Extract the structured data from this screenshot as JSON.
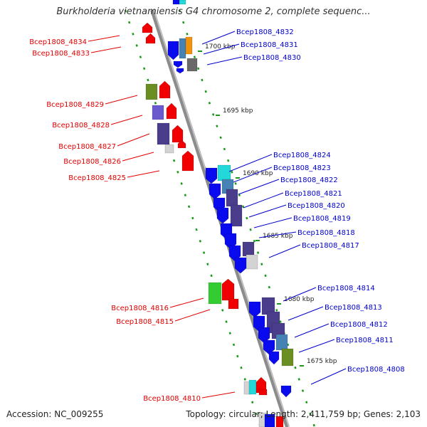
{
  "title": "Burkholderia vietnamiensis G4 chromosome 2, complete sequenc...",
  "accession": "Accession: NC_009255",
  "topology": "Topology: circular; Length: 2,411,759 bp; Genes: 2,103",
  "colors": {
    "backbone": "#8c8c8c",
    "left_label": "#e00000",
    "right_label": "#0000cc",
    "tick": "#1a9a1a",
    "red": "#f00000",
    "blue": "#0a0aee",
    "navy": "#4a3d8c",
    "slate": "#6a5acd",
    "cyan": "#22d8d8",
    "steel": "#4682b4",
    "olive": "#6b8e23",
    "green": "#33cc33",
    "orange": "#f0930a",
    "gray": "#a9a9a9",
    "light_gray": "#d3d3d3",
    "dark_gray": "#696969"
  },
  "kbp_markers": [
    "1700 kbp",
    "1695 kbp",
    "1690 kbp",
    "1685 kbp",
    "1680 kbp",
    "1675 kbp"
  ],
  "genes_left": [
    "Bcep1808_4834",
    "Bcep1808_4833",
    "Bcep1808_4829",
    "Bcep1808_4828",
    "Bcep1808_4827",
    "Bcep1808_4826",
    "Bcep1808_4825",
    "Bcep1808_4816",
    "Bcep1808_4815",
    "Bcep1808_4810"
  ],
  "genes_right": [
    "Bcep1808_4832",
    "Bcep1808_4831",
    "Bcep1808_4830",
    "Bcep1808_4824",
    "Bcep1808_4823",
    "Bcep1808_4822",
    "Bcep1808_4821",
    "Bcep1808_4820",
    "Bcep1808_4819",
    "Bcep1808_4818",
    "Bcep1808_4817",
    "Bcep1808_4814",
    "Bcep1808_4813",
    "Bcep1808_4812",
    "Bcep1808_4811",
    "Bcep1808_4808"
  ]
}
